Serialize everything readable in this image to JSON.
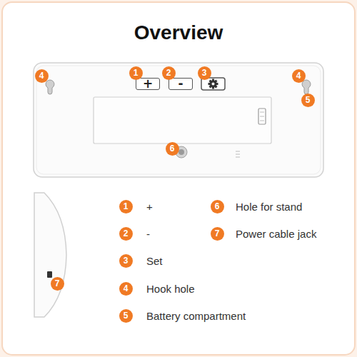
{
  "diagram": {
    "title": "Overview",
    "nodes": [
      {
        "text": [
          "+"
        ]
      },
      {
        "text": [
          "-"
        ]
      }
    ],
    "labels": [
      "1",
      "2",
      "3",
      "4",
      "4",
      "5",
      "6",
      "7",
      "1",
      "+",
      "6",
      "Hole for stand",
      "2",
      "-",
      "7",
      "Power cable jack",
      "3",
      "Set",
      "4",
      "Hook hole",
      "5",
      "Battery compartment"
    ]
  }
}
